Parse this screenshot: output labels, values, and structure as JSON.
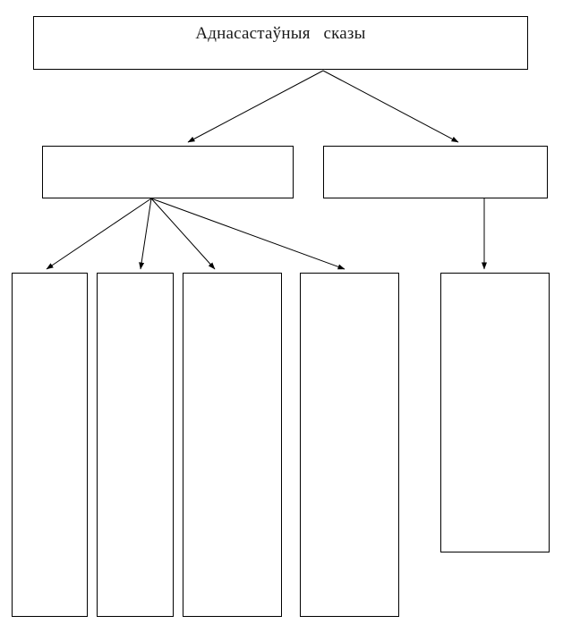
{
  "diagram": {
    "type": "hierarchy-tree",
    "orientation": "top-down",
    "title": "Аднасастаўныя   сказы",
    "background_color": "#ffffff",
    "line_color": "#000000",
    "text_color": "#1a1a1a",
    "nodes": [
      {
        "id": "root",
        "label": "Аднасастаўныя   сказы",
        "level": 0,
        "filled": true
      },
      {
        "id": "branch-1",
        "label": "",
        "level": 1,
        "filled": false
      },
      {
        "id": "branch-2",
        "label": "",
        "level": 1,
        "filled": false
      },
      {
        "id": "leaf-1",
        "label": "",
        "level": 2,
        "filled": false
      },
      {
        "id": "leaf-2",
        "label": "",
        "level": 2,
        "filled": false
      },
      {
        "id": "leaf-3",
        "label": "",
        "level": 2,
        "filled": false
      },
      {
        "id": "leaf-4",
        "label": "",
        "level": 2,
        "filled": false
      },
      {
        "id": "leaf-5",
        "label": "",
        "level": 2,
        "filled": false
      }
    ],
    "edges": [
      {
        "from": "root",
        "to": "branch-1",
        "style": "arrow"
      },
      {
        "from": "root",
        "to": "branch-2",
        "style": "arrow"
      },
      {
        "from": "branch-1",
        "to": "leaf-1",
        "style": "arrow"
      },
      {
        "from": "branch-1",
        "to": "leaf-2",
        "style": "arrow"
      },
      {
        "from": "branch-1",
        "to": "leaf-3",
        "style": "arrow"
      },
      {
        "from": "branch-1",
        "to": "leaf-4",
        "style": "arrow"
      },
      {
        "from": "branch-2",
        "to": "leaf-5",
        "style": "arrow"
      }
    ]
  }
}
